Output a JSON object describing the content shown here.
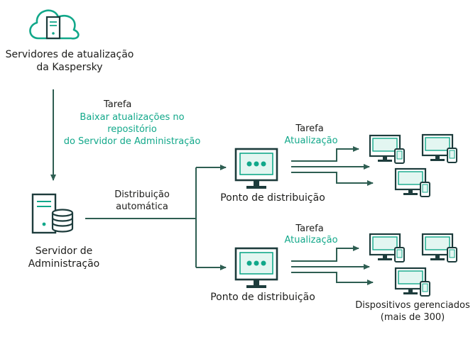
{
  "update_servers": {
    "line1": "Servidores de atualização",
    "line2": "da Kaspersky"
  },
  "task_download": {
    "label": "Tarefa",
    "line1": "Baixar atualizações no",
    "line2": "repositório",
    "line3": "do Servidor de Administração"
  },
  "admin_server": {
    "line1": "Servidor de",
    "line2": "Administração"
  },
  "auto_distribution": {
    "line1": "Distribuição",
    "line2": "automática"
  },
  "distribution_point_top": {
    "label": "Ponto de distribuição"
  },
  "distribution_point_bottom": {
    "label": "Ponto de distribuição"
  },
  "task_update_top": {
    "label": "Tarefa",
    "name": "Atualização"
  },
  "task_update_bottom": {
    "label": "Tarefa",
    "name": "Atualização"
  },
  "managed_devices": {
    "line1": "Dispositivos gerenciados",
    "line2": "(mais de 300)"
  },
  "colors": {
    "accent": "#12a88a",
    "dark": "#1d3c3c",
    "connector": "#2e5e52"
  }
}
